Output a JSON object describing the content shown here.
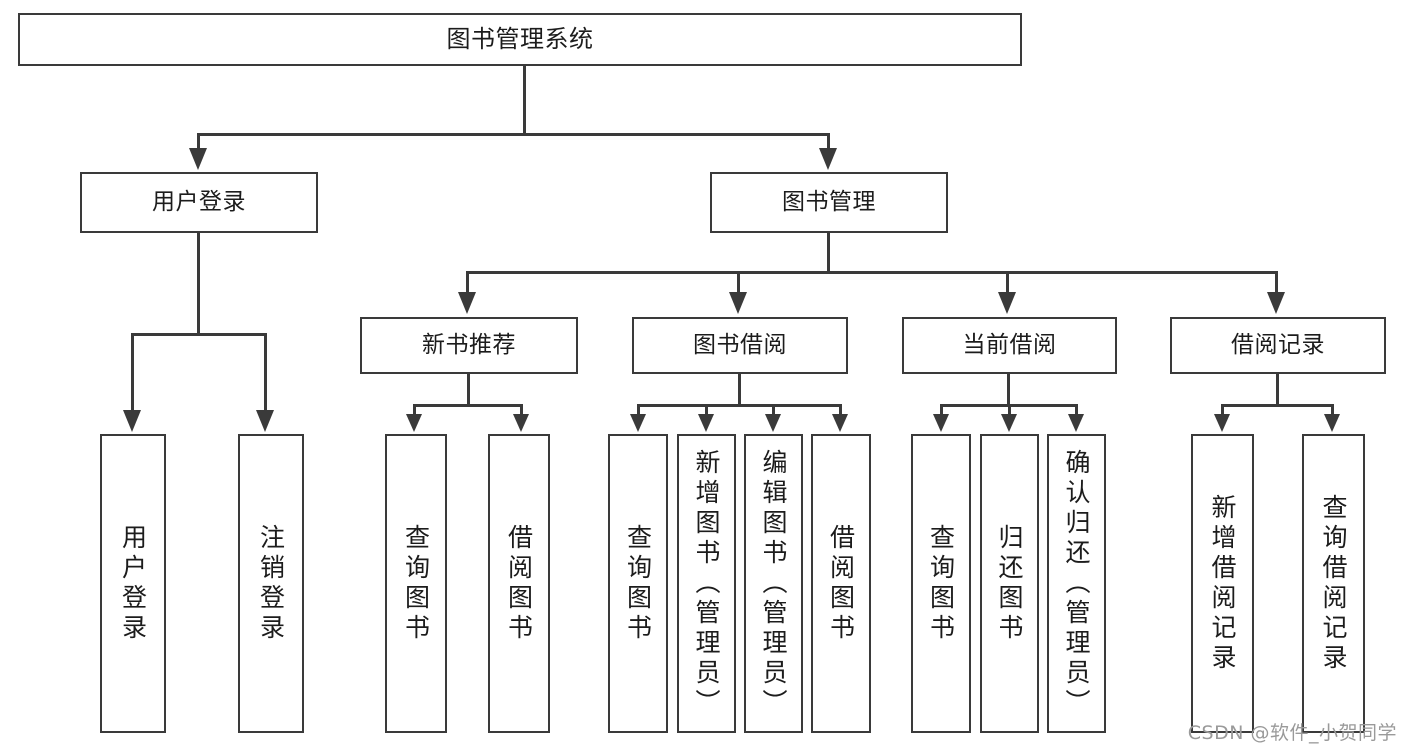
{
  "diagram": {
    "title": "图书管理系统",
    "type": "tree-hierarchy",
    "root": {
      "label": "图书管理系统"
    },
    "level1": [
      {
        "label": "用户登录"
      },
      {
        "label": "图书管理"
      }
    ],
    "level2": [
      {
        "label": "新书推荐"
      },
      {
        "label": "图书借阅"
      },
      {
        "label": "当前借阅"
      },
      {
        "label": "借阅记录"
      }
    ],
    "leaves": {
      "user_login": [
        {
          "label": "用户登录"
        },
        {
          "label": "注销登录"
        }
      ],
      "new_book_recommend": [
        {
          "label": "查询图书"
        },
        {
          "label": "借阅图书"
        }
      ],
      "book_borrow": [
        {
          "label": "查询图书"
        },
        {
          "label": "新增图书（管理员）"
        },
        {
          "label": "编辑图书（管理员）"
        },
        {
          "label": "借阅图书"
        }
      ],
      "current_borrow": [
        {
          "label": "查询图书"
        },
        {
          "label": "归还图书"
        },
        {
          "label": "确认归还（管理员）"
        }
      ],
      "borrow_record": [
        {
          "label": "新增借阅记录"
        },
        {
          "label": "查询借阅记录"
        }
      ]
    }
  },
  "watermark": {
    "text": "CSDN @软件_小贺同学"
  },
  "colors": {
    "stroke": "#3a3a3a",
    "text": "#1c1c1c",
    "background": "#ffffff",
    "watermark": "#9a9a9a"
  }
}
